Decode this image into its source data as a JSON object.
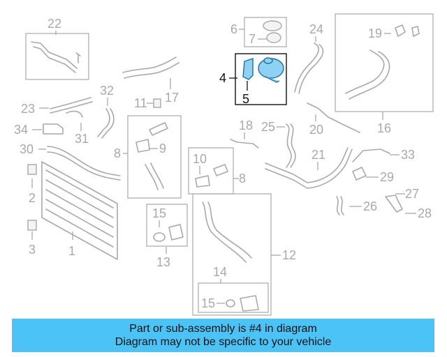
{
  "callouts": {
    "c1": "1",
    "c2": "2",
    "c3": "3",
    "c4": "4",
    "c5": "5",
    "c6": "6",
    "c7": "7",
    "c8a": "8",
    "c8b": "8",
    "c9": "9",
    "c10": "10",
    "c11": "11",
    "c12": "12",
    "c13": "13",
    "c14": "14",
    "c15a": "15",
    "c15b": "15",
    "c16": "16",
    "c17": "17",
    "c18": "18",
    "c19": "19",
    "c20": "20",
    "c21": "21",
    "c22": "22",
    "c23": "23",
    "c24": "24",
    "c25": "25",
    "c26": "26",
    "c27": "27",
    "c28": "28",
    "c29": "29",
    "c30": "30",
    "c31": "31",
    "c32": "32",
    "c33": "33",
    "c34": "34"
  },
  "highlighted_part": "4",
  "banner": {
    "line1": "Part or sub-assembly is #4 in diagram",
    "line2": "Diagram may not be specific to your vehicle",
    "color": "#4cc3f7"
  },
  "highlight_color": "#8ed1f2"
}
